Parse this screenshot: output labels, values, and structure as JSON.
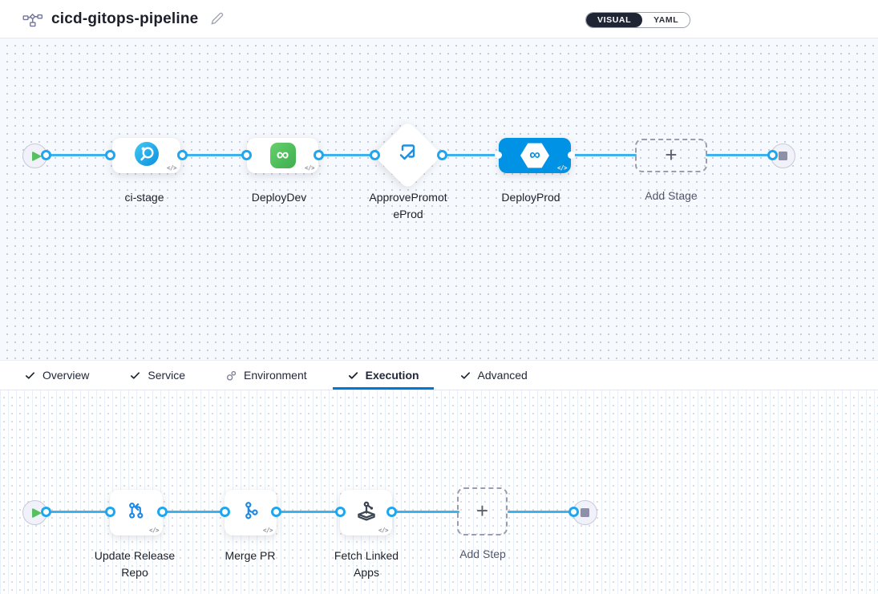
{
  "header": {
    "title": "cicd-gitops-pipeline",
    "view_toggle": {
      "visual": "VISUAL",
      "yaml": "YAML"
    }
  },
  "stage_pipeline": {
    "stages": [
      {
        "label": "ci-stage",
        "type": "ci-build"
      },
      {
        "label": "DeployDev",
        "type": "cd-deploy"
      },
      {
        "label": "ApprovePromoteProd",
        "type": "approval"
      },
      {
        "label": "DeployProd",
        "type": "cd-deploy",
        "selected": true
      }
    ],
    "add_stage_label": "Add Stage"
  },
  "tabs": [
    {
      "label": "Overview",
      "icon": "check"
    },
    {
      "label": "Service",
      "icon": "check"
    },
    {
      "label": "Environment",
      "icon": "environment"
    },
    {
      "label": "Execution",
      "icon": "check",
      "active": true
    },
    {
      "label": "Advanced",
      "icon": "check"
    }
  ],
  "execution": {
    "steps": [
      {
        "label": "Update Release Repo",
        "type": "git-update"
      },
      {
        "label": "Merge PR",
        "type": "git-merge"
      },
      {
        "label": "Fetch Linked Apps",
        "type": "gitops-fetch"
      }
    ],
    "add_step_label": "Add Step"
  },
  "icons": {
    "plus": "+",
    "code": "</>",
    "infinity": "∞"
  },
  "colors": {
    "accent_blue": "#0092e4",
    "connector_blue": "#3fb1ec",
    "tab_underline": "#0278d5",
    "cd_green": "#4fbc5b",
    "play_green": "#57c05f"
  }
}
